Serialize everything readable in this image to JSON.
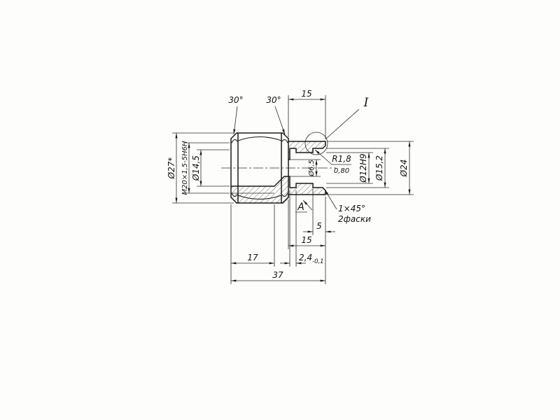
{
  "drawing": {
    "detail_view_label": "I",
    "section_view_label": "А",
    "dims": {
      "d15_top": "15",
      "angle_l": "30°",
      "angle_r": "30°",
      "d27": "Ø27*",
      "thread": "М20×1,5-5Н6Н",
      "d14_5": "Ø14,5",
      "d6_5": "Ø6,5",
      "d12": "Ø12Н9",
      "d15_2": "Ø15,2",
      "d24": "Ø24",
      "radius": "R1,8",
      "roughness": "0,80",
      "chamfer": "1×45°",
      "chamfer_note": "2фаски",
      "d5": "5",
      "d15_bot": "15",
      "groove_w": "2,4",
      "groove_w_tol": "-0,1",
      "d17": "17",
      "d37": "37"
    }
  }
}
